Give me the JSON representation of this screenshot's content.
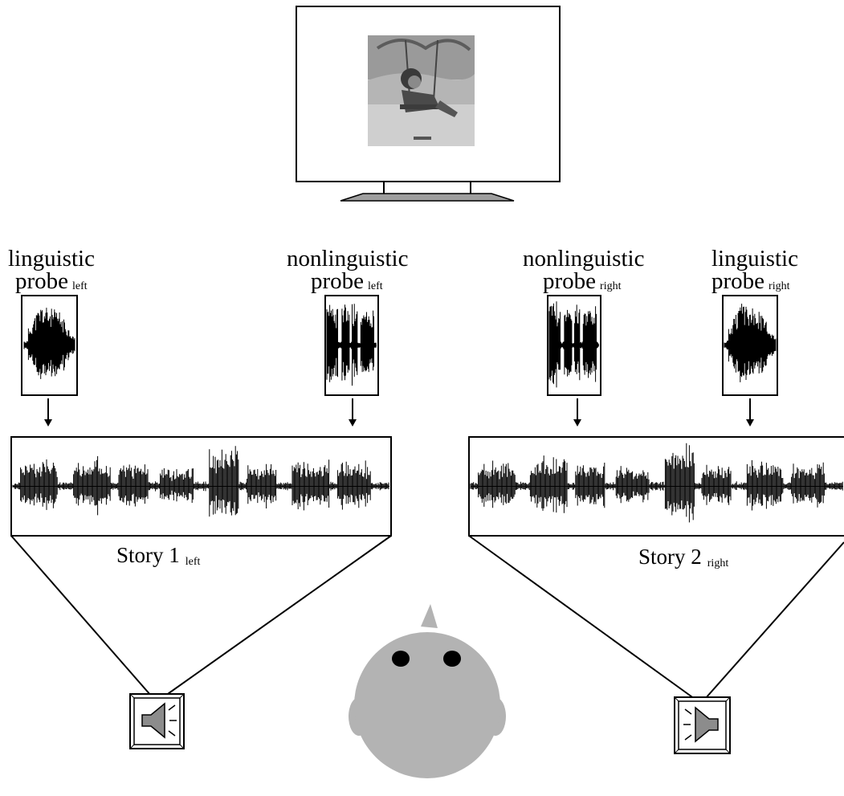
{
  "probes": [
    {
      "line1": "linguistic",
      "line2": "probe",
      "sub": "left"
    },
    {
      "line1": "nonlinguistic",
      "line2": "probe",
      "sub": "left"
    },
    {
      "line1": "nonlinguistic",
      "line2": "probe",
      "sub": "right"
    },
    {
      "line1": "linguistic",
      "line2": "probe",
      "sub": "right"
    }
  ],
  "stories": [
    {
      "label": "Story 1",
      "sub": "left"
    },
    {
      "label": "Story 2",
      "sub": "right"
    }
  ],
  "icons": {
    "monitor": "monitor-icon",
    "speaker_left": "speaker-icon",
    "speaker_right": "speaker-icon",
    "head": "infant-head-icon"
  },
  "colors": {
    "line": "#000000",
    "head": "#b3b3b3",
    "speaker": "#8c8c8c",
    "picture_bg": "#c8c8c8"
  }
}
